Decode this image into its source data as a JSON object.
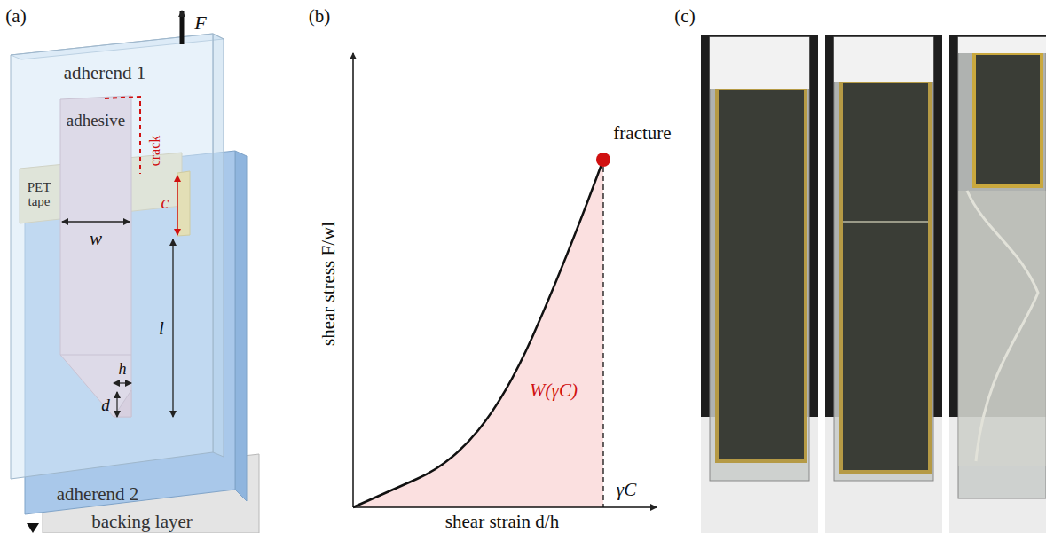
{
  "diagram": {
    "labels": [
      "(a)",
      "F",
      "adherend 1",
      "adhesive",
      "PET tape",
      "crack",
      "c",
      "w",
      "h",
      "l",
      "d",
      "adherend 2",
      "backing layer",
      "(b)",
      "shear stress F/wl",
      "shear strain d/h",
      "fracture",
      "W(γC)",
      "γC",
      "(c)"
    ]
  }
}
